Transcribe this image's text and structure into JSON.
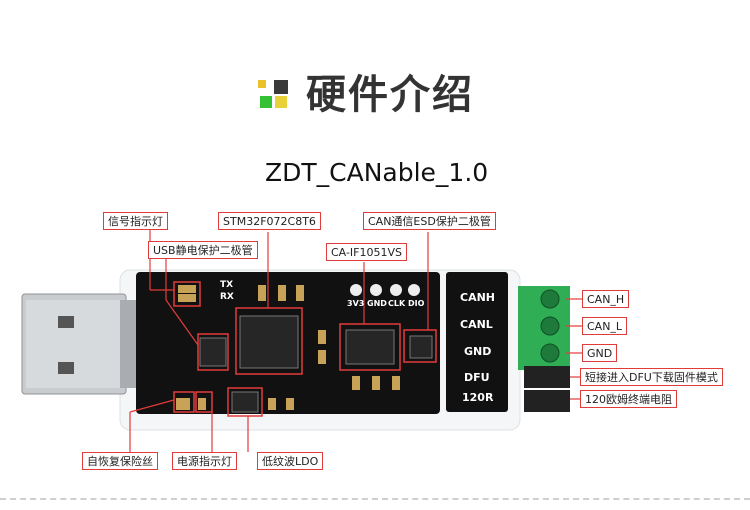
{
  "header": {
    "title": "硬件介绍",
    "icon_colors": [
      "#e9c22a",
      "#3a3a3a",
      "#35c135",
      "#e9d13a"
    ]
  },
  "product": {
    "name": "ZDT_CANable_1.0",
    "board_pin_labels": [
      "TX",
      "RX",
      "3V3",
      "GND",
      "CLK",
      "DIO"
    ],
    "terminal_labels": [
      "CANH",
      "CANL",
      "GND",
      "DFU",
      "120R"
    ]
  },
  "callouts": {
    "signal_led": "信号指示灯",
    "usb_esd": "USB静电保护二极管",
    "mcu": "STM32F072C8T6",
    "can_esd": "CAN通信ESD保护二极管",
    "transceiver": "CA-IF1051VS",
    "can_h": "CAN_H",
    "can_l": "CAN_L",
    "gnd": "GND",
    "dfu_short": "短接进入DFU下载固件模式",
    "termination": "120欧姆终端电阻",
    "fuse": "自恢复保险丝",
    "power_led": "电源指示灯",
    "ldo": "低纹波LDO"
  },
  "colors": {
    "accent_red": "#e23b3b",
    "board_black": "#111111",
    "terminal_green": "#2fae55"
  }
}
